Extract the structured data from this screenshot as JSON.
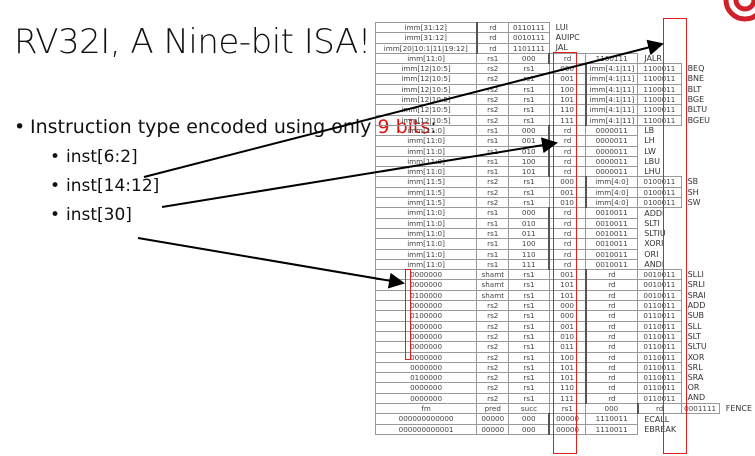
{
  "slide": {
    "title": "RV32I, A Nine-bit ISA!",
    "bullet_main_prefix": "Instruction type encoded using only ",
    "bullet_main_highlight": "9 bits",
    "bullet_main_suffix": ":",
    "sub_bullets": [
      "inst[6:2]",
      "inst[14:12]",
      "inst[30]"
    ],
    "accent_color": "#e01010"
  },
  "table": {
    "rows": [
      {
        "cells": [
          "imm[31:12]"
        ],
        "rd": "rd",
        "opcode": "0110111",
        "name": "LUI",
        "type": "U"
      },
      {
        "cells": [
          "imm[31:12]"
        ],
        "rd": "rd",
        "opcode": "0010111",
        "name": "AUIPC",
        "type": "U"
      },
      {
        "cells": [
          "imm[20|10:1|11|19:12]"
        ],
        "rd": "rd",
        "opcode": "1101111",
        "name": "JAL",
        "type": "J"
      },
      {
        "cells": [
          "imm[11:0]",
          "rs1",
          "000"
        ],
        "rd": "rd",
        "opcode": "1100111",
        "name": "JALR",
        "type": "I"
      },
      {
        "cells": [
          "imm[12|10:5]",
          "rs2",
          "rs1",
          "000"
        ],
        "rd": "imm[4:1|11]",
        "opcode": "1100011",
        "name": "BEQ",
        "type": "B"
      },
      {
        "cells": [
          "imm[12|10:5]",
          "rs2",
          "rs1",
          "001"
        ],
        "rd": "imm[4:1|11]",
        "opcode": "1100011",
        "name": "BNE",
        "type": "B"
      },
      {
        "cells": [
          "imm[12|10:5]",
          "rs2",
          "rs1",
          "100"
        ],
        "rd": "imm[4:1|11]",
        "opcode": "1100011",
        "name": "BLT",
        "type": "B"
      },
      {
        "cells": [
          "imm[12|10:5]",
          "rs2",
          "rs1",
          "101"
        ],
        "rd": "imm[4:1|11]",
        "opcode": "1100011",
        "name": "BGE",
        "type": "B"
      },
      {
        "cells": [
          "imm[12|10:5]",
          "rs2",
          "rs1",
          "110"
        ],
        "rd": "imm[4:1|11]",
        "opcode": "1100011",
        "name": "BLTU",
        "type": "B"
      },
      {
        "cells": [
          "imm[12|10:5]",
          "rs2",
          "rs1",
          "111"
        ],
        "rd": "imm[4:1|11]",
        "opcode": "1100011",
        "name": "BGEU",
        "type": "B"
      },
      {
        "cells": [
          "imm[11:0]",
          "rs1",
          "000"
        ],
        "rd": "rd",
        "opcode": "0000011",
        "name": "LB",
        "type": "I"
      },
      {
        "cells": [
          "imm[11:0]",
          "rs1",
          "001"
        ],
        "rd": "rd",
        "opcode": "0000011",
        "name": "LH",
        "type": "I"
      },
      {
        "cells": [
          "imm[11:0]",
          "rs1",
          "010"
        ],
        "rd": "rd",
        "opcode": "0000011",
        "name": "LW",
        "type": "I"
      },
      {
        "cells": [
          "imm[11:0]",
          "rs1",
          "100"
        ],
        "rd": "rd",
        "opcode": "0000011",
        "name": "LBU",
        "type": "I"
      },
      {
        "cells": [
          "imm[11:0]",
          "rs1",
          "101"
        ],
        "rd": "rd",
        "opcode": "0000011",
        "name": "LHU",
        "type": "I"
      },
      {
        "cells": [
          "imm[11:5]",
          "rs2",
          "rs1",
          "000"
        ],
        "rd": "imm[4:0]",
        "opcode": "0100011",
        "name": "SB",
        "type": "S"
      },
      {
        "cells": [
          "imm[11:5]",
          "rs2",
          "rs1",
          "001"
        ],
        "rd": "imm[4:0]",
        "opcode": "0100011",
        "name": "SH",
        "type": "S"
      },
      {
        "cells": [
          "imm[11:5]",
          "rs2",
          "rs1",
          "010"
        ],
        "rd": "imm[4:0]",
        "opcode": "0100011",
        "name": "SW",
        "type": "S"
      },
      {
        "cells": [
          "imm[11:0]",
          "rs1",
          "000"
        ],
        "rd": "rd",
        "opcode": "0010011",
        "name": "ADDI",
        "type": "I"
      },
      {
        "cells": [
          "imm[11:0]",
          "rs1",
          "010"
        ],
        "rd": "rd",
        "opcode": "0010011",
        "name": "SLTI",
        "type": "I"
      },
      {
        "cells": [
          "imm[11:0]",
          "rs1",
          "011"
        ],
        "rd": "rd",
        "opcode": "0010011",
        "name": "SLTIU",
        "type": "I"
      },
      {
        "cells": [
          "imm[11:0]",
          "rs1",
          "100"
        ],
        "rd": "rd",
        "opcode": "0010011",
        "name": "XORI",
        "type": "I"
      },
      {
        "cells": [
          "imm[11:0]",
          "rs1",
          "110"
        ],
        "rd": "rd",
        "opcode": "0010011",
        "name": "ORI",
        "type": "I"
      },
      {
        "cells": [
          "imm[11:0]",
          "rs1",
          "111"
        ],
        "rd": "rd",
        "opcode": "0010011",
        "name": "ANDI",
        "type": "I"
      },
      {
        "cells": [
          "0000000",
          "shamt",
          "rs1",
          "001"
        ],
        "rd": "rd",
        "opcode": "0010011",
        "name": "SLLI",
        "type": "R"
      },
      {
        "cells": [
          "0000000",
          "shamt",
          "rs1",
          "101"
        ],
        "rd": "rd",
        "opcode": "0010011",
        "name": "SRLI",
        "type": "R"
      },
      {
        "cells": [
          "0100000",
          "shamt",
          "rs1",
          "101"
        ],
        "rd": "rd",
        "opcode": "0010011",
        "name": "SRAI",
        "type": "R"
      },
      {
        "cells": [
          "0000000",
          "rs2",
          "rs1",
          "000"
        ],
        "rd": "rd",
        "opcode": "0110011",
        "name": "ADD",
        "type": "R"
      },
      {
        "cells": [
          "0100000",
          "rs2",
          "rs1",
          "000"
        ],
        "rd": "rd",
        "opcode": "0110011",
        "name": "SUB",
        "type": "R"
      },
      {
        "cells": [
          "0000000",
          "rs2",
          "rs1",
          "001"
        ],
        "rd": "rd",
        "opcode": "0110011",
        "name": "SLL",
        "type": "R"
      },
      {
        "cells": [
          "0000000",
          "rs2",
          "rs1",
          "010"
        ],
        "rd": "rd",
        "opcode": "0110011",
        "name": "SLT",
        "type": "R"
      },
      {
        "cells": [
          "0000000",
          "rs2",
          "rs1",
          "011"
        ],
        "rd": "rd",
        "opcode": "0110011",
        "name": "SLTU",
        "type": "R"
      },
      {
        "cells": [
          "0000000",
          "rs2",
          "rs1",
          "100"
        ],
        "rd": "rd",
        "opcode": "0110011",
        "name": "XOR",
        "type": "R"
      },
      {
        "cells": [
          "0000000",
          "rs2",
          "rs1",
          "101"
        ],
        "rd": "rd",
        "opcode": "0110011",
        "name": "SRL",
        "type": "R"
      },
      {
        "cells": [
          "0100000",
          "rs2",
          "rs1",
          "101"
        ],
        "rd": "rd",
        "opcode": "0110011",
        "name": "SRA",
        "type": "R"
      },
      {
        "cells": [
          "0000000",
          "rs2",
          "rs1",
          "110"
        ],
        "rd": "rd",
        "opcode": "0110011",
        "name": "OR",
        "type": "R"
      },
      {
        "cells": [
          "0000000",
          "rs2",
          "rs1",
          "111"
        ],
        "rd": "rd",
        "opcode": "0110011",
        "name": "AND",
        "type": "R"
      },
      {
        "cells": [
          "fm",
          "pred",
          "succ",
          "rs1",
          "000"
        ],
        "rd": "rd",
        "opcode": "0001111",
        "name": "FENCE",
        "type": "F"
      },
      {
        "cells": [
          "000000000000",
          "00000",
          "000"
        ],
        "rd": "00000",
        "opcode": "1110011",
        "name": "ECALL",
        "type": "E"
      },
      {
        "cells": [
          "000000000001",
          "00000",
          "000"
        ],
        "rd": "00000",
        "opcode": "1110011",
        "name": "EBREAK",
        "type": "E"
      }
    ]
  }
}
